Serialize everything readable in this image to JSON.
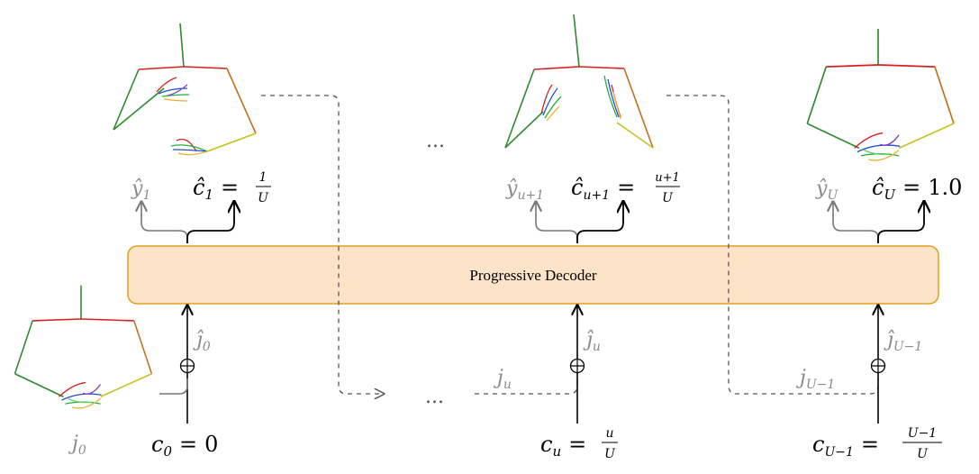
{
  "decoder": {
    "label": "Progressive Decoder"
  },
  "outputs": [
    {
      "y_base": "ŷ",
      "y_sub": "1",
      "c_base": "ĉ",
      "c_sub": "1",
      "c_eq": "=",
      "c_num": "1",
      "c_den": "U",
      "c_value": ""
    },
    {
      "y_base": "ŷ",
      "y_sub": "u+1",
      "c_base": "ĉ",
      "c_sub": "u+1",
      "c_eq": "=",
      "c_num": "u+1",
      "c_den": "U",
      "c_value": ""
    },
    {
      "y_base": "ŷ",
      "y_sub": "U",
      "c_base": "ĉ",
      "c_sub": "U",
      "c_eq": "=",
      "c_num": "",
      "c_den": "",
      "c_value": "1.0"
    }
  ],
  "inputs": [
    {
      "jhat_base": "ĵ",
      "jhat_sub": "0",
      "c_base": "c",
      "c_sub": "0",
      "c_eq": "=",
      "c_num": "",
      "c_den": "",
      "c_value": "0",
      "j_base": "",
      "j_sub": ""
    },
    {
      "jhat_base": "ĵ",
      "jhat_sub": "u",
      "c_base": "c",
      "c_sub": "u",
      "c_eq": "=",
      "c_num": "u",
      "c_den": "U",
      "c_value": "",
      "j_base": "j",
      "j_sub": "u"
    },
    {
      "jhat_base": "ĵ",
      "jhat_sub": "U−1",
      "c_base": "c",
      "c_sub": "U−1",
      "c_eq": "=",
      "c_num": "U−1",
      "c_den": "U",
      "c_value": "",
      "j_base": "j",
      "j_sub": "U−1"
    }
  ],
  "initial_pose": {
    "base": "j",
    "sub": "0"
  },
  "ellipsis": "...",
  "plus_symbol": "⊕",
  "colors": {
    "decoder_fill": "#fde3c8",
    "decoder_stroke": "#e0a020",
    "arrow_gray": "#777777",
    "arrow_black": "#000000",
    "dashed": "#555555"
  }
}
